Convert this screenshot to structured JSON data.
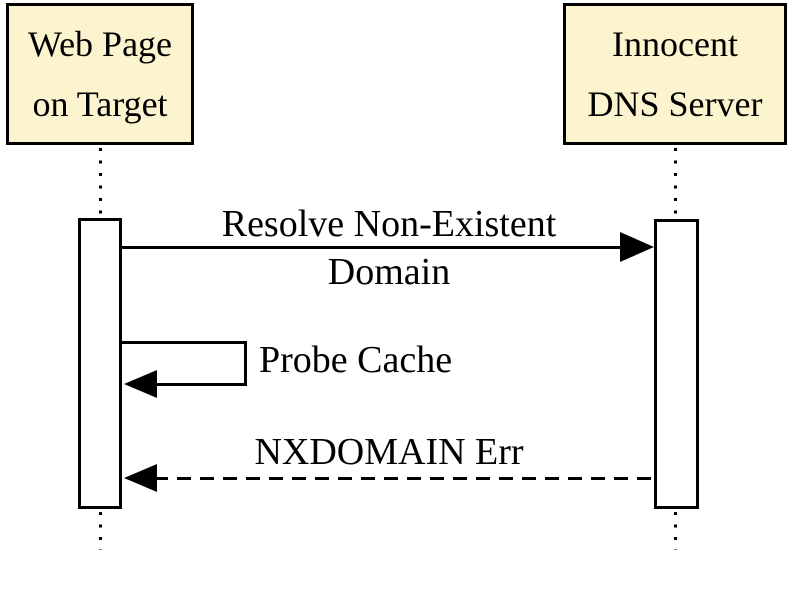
{
  "diagram": {
    "type": "sequence-diagram",
    "background": "#FFFFFF",
    "colors": {
      "actor_fill": "#FBF4CE",
      "stroke": "#000000",
      "text": "#000000"
    },
    "actors": [
      {
        "id": "web-page-on-target",
        "label_line1": "Web Page",
        "label_line2": "on Target"
      },
      {
        "id": "innocent-dns-server",
        "label_line1": "Innocent",
        "label_line2": "DNS Server"
      }
    ],
    "messages": [
      {
        "from": "web-page-on-target",
        "to": "innocent-dns-server",
        "label_line1": "Resolve Non-Existent",
        "label_line2": "Domain",
        "line_style": "solid",
        "arrowhead": "filled-right"
      },
      {
        "from": "web-page-on-target",
        "to": "web-page-on-target",
        "label": "Probe Cache",
        "line_style": "solid-self-loop",
        "arrowhead": "filled-left"
      },
      {
        "from": "innocent-dns-server",
        "to": "web-page-on-target",
        "label": "NXDOMAIN Err",
        "line_style": "dashed",
        "arrowhead": "filled-left"
      }
    ]
  }
}
